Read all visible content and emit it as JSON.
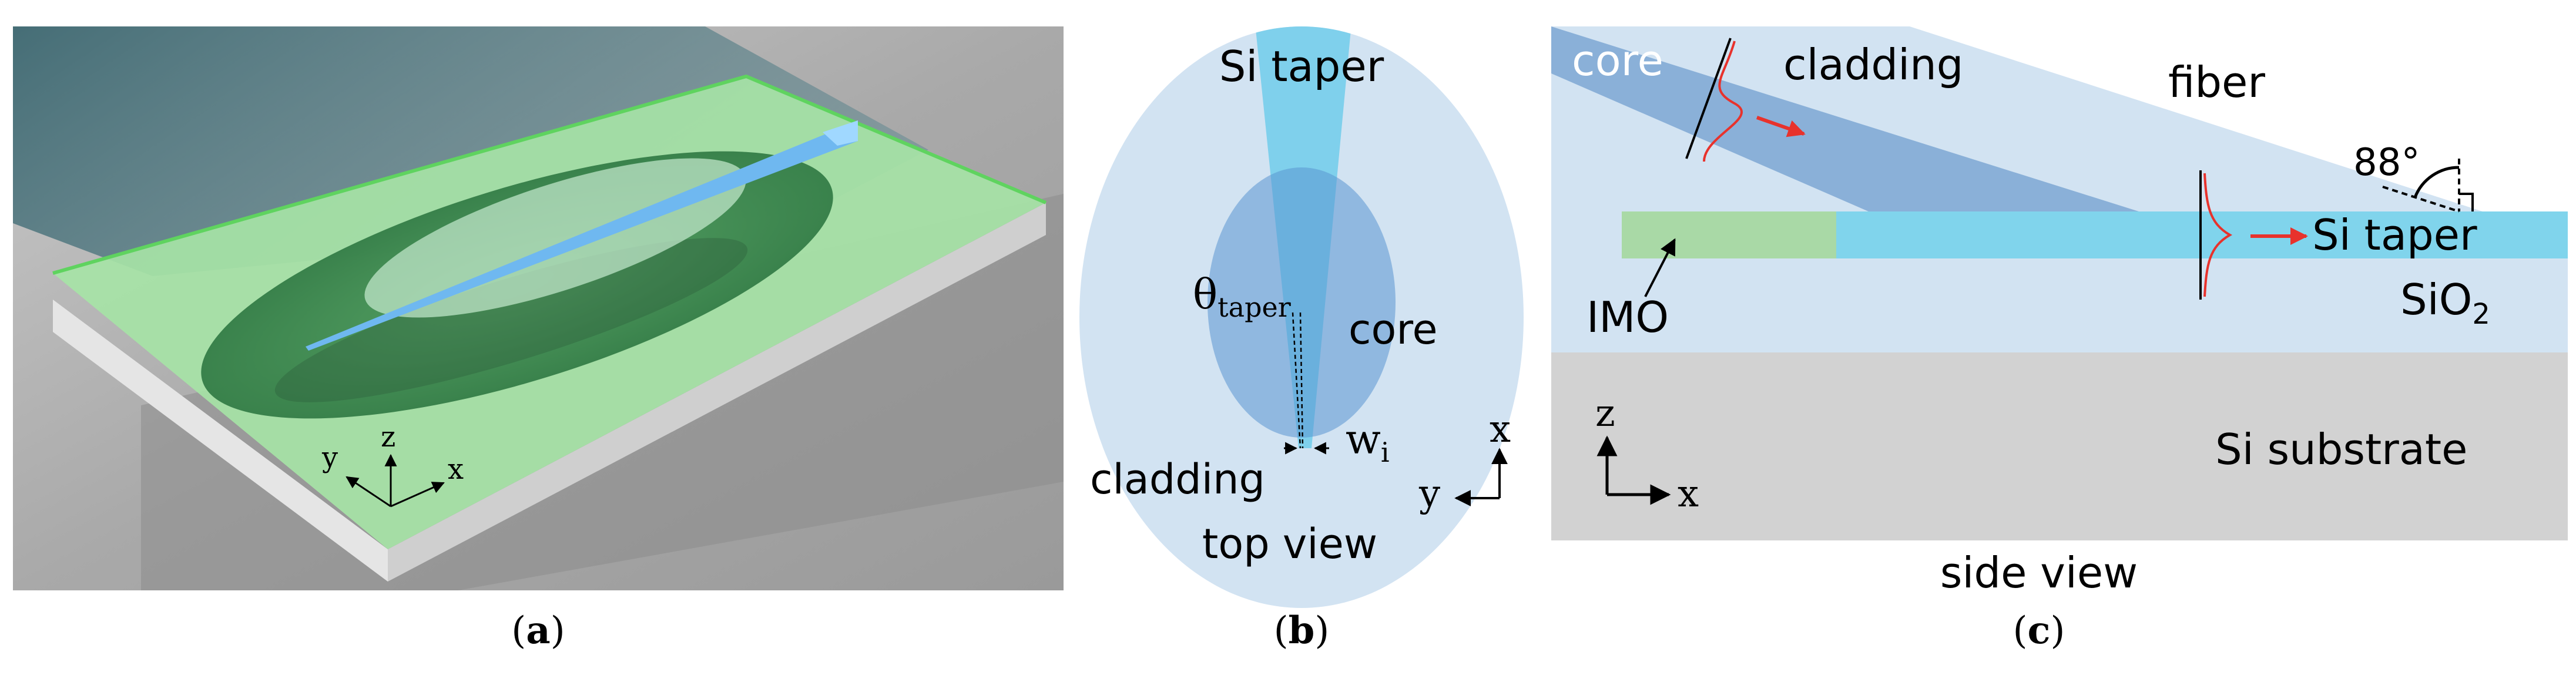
{
  "panel_a": {
    "caption_open": "(",
    "caption_letter": "a",
    "caption_close": ")",
    "axis_x": "x",
    "axis_y": "y",
    "axis_z": "z"
  },
  "panel_b": {
    "caption_open": "(",
    "caption_letter": "b",
    "caption_close": ")",
    "label_si_taper": "Si taper",
    "label_theta": "θ",
    "label_theta_sub": "taper",
    "label_core": "core",
    "label_w": "w",
    "label_w_sub": "i",
    "label_cladding": "cladding",
    "label_top_view": "top view",
    "axis_x": "x",
    "axis_y": "y"
  },
  "panel_c": {
    "caption_open": "(",
    "caption_letter": "c",
    "caption_close": ")",
    "label_core": "core",
    "label_cladding": "cladding",
    "label_fiber": "fiber",
    "label_angle": "88°",
    "label_si_taper": "Si taper",
    "label_imo": "IMO",
    "label_sio2": "SiO",
    "label_sio2_sub": "2",
    "label_si_substrate": "Si substrate",
    "label_side_view": "side view",
    "axis_z": "z",
    "axis_x": "x"
  },
  "colors": {
    "render_background": "#a8a8a8",
    "green_cladding": "#a6e3a6",
    "dark_green_core": "#3f8f52",
    "fiber_teal": "#3d6a74",
    "cladding_light_blue": "#d2e3f2",
    "core_blue": "#8ab0d8",
    "si_taper_cyan": "#80d4ec",
    "imo_green": "#a9d9a6",
    "si_substrate_gray": "#d2d2d2",
    "mode_red": "#e8322c"
  }
}
